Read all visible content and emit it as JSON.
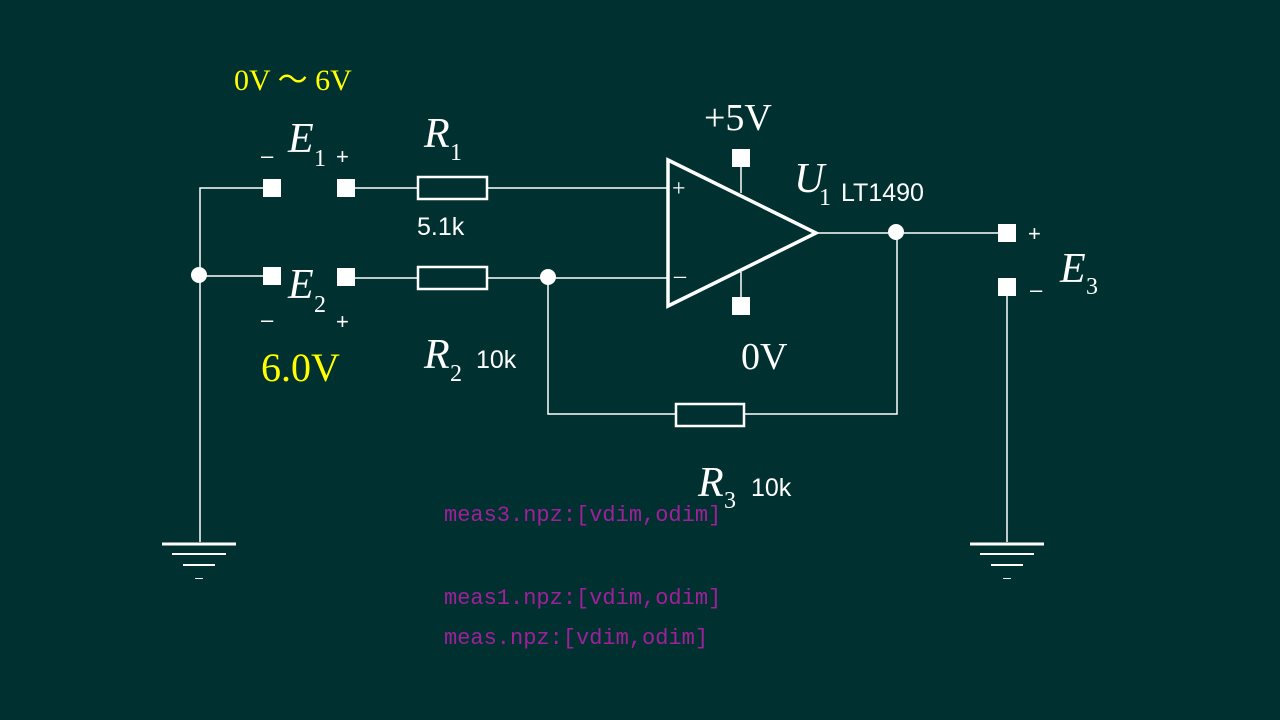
{
  "colors": {
    "background": "#003030",
    "wire": "#ffffff",
    "highlight": "#ffff00",
    "file_note": "#a0209a"
  },
  "labels": {
    "e1_range": "0V ～ 6V",
    "e1_name": "E",
    "e1_sub": "1",
    "e1_minus": "–",
    "e1_plus": "+",
    "e2_name": "E",
    "e2_sub": "2",
    "e2_minus": "–",
    "e2_plus": "+",
    "e2_value": "6.0V",
    "r1_name": "R",
    "r1_sub": "1",
    "r1_value": "5.1k",
    "r2_name": "R",
    "r2_sub": "2",
    "r2_value": "10k",
    "r3_name": "R",
    "r3_sub": "3",
    "r3_value": "10k",
    "supply_pos": "+5V",
    "supply_gnd": "0V",
    "u1_name": "U",
    "u1_sub": "1",
    "u1_part": "LT1490",
    "opamp_plus": "+",
    "opamp_minus": "–",
    "e3_name": "E",
    "e3_sub": "3",
    "e3_plus": "+",
    "e3_minus": "–",
    "ground_left_mark": "–",
    "ground_right_mark": "–"
  },
  "files": [
    "meas3.npz:[vdim,odim]",
    "meas1.npz:[vdim,odim]",
    "meas.npz:[vdim,odim]"
  ]
}
